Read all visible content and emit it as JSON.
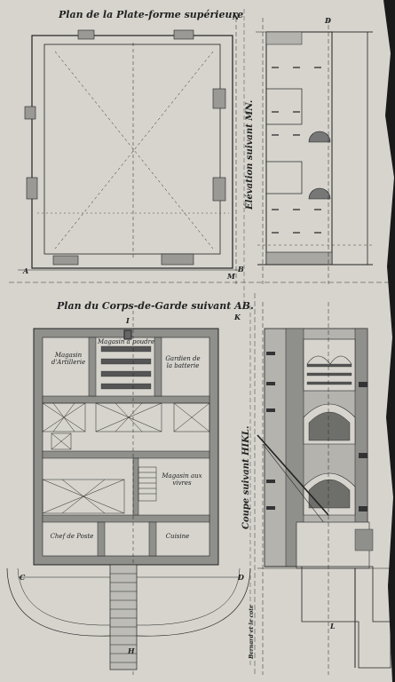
{
  "titles": {
    "upper_plan": "Plan de la Plate-forme supérieure",
    "ground_plan": "Plan du Corps-de-Garde suivant AB.",
    "elevation": "Élévation suivant MN.",
    "section": "Coupe suivant HIKL.",
    "scale_note": "Bernard et le cote"
  },
  "rooms": {
    "artillery_store": "Magasin d'Artillerie",
    "powder_store": "Magasin à poudre",
    "battery_keeper": "Gardien de la batterie",
    "food_store": "Magasin aux vivres",
    "post_chief": "Chef de Poste",
    "kitchen": "Cuisine"
  },
  "letters": {
    "A": "A",
    "B": "B",
    "C": "C",
    "D": "D",
    "H": "H",
    "I": "I",
    "K": "K",
    "L": "L",
    "M": "M",
    "N": "N"
  },
  "colors": {
    "paper": "#d9d7d0",
    "ink": "#1b1b1b",
    "wall": "#8f8f8c",
    "light_wall": "#b4b3ae",
    "dash": "#3a3a3a"
  }
}
